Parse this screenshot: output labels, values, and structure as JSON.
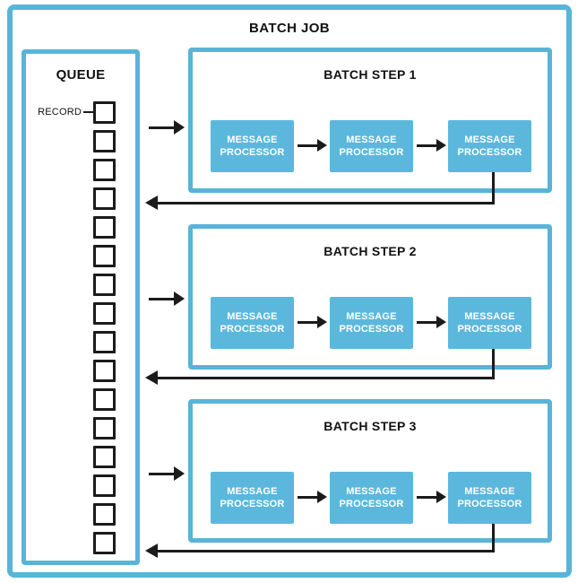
{
  "title": "BATCH JOB",
  "queue": {
    "title": "QUEUE",
    "record_label": "RECORD",
    "record_count": 16
  },
  "steps": [
    {
      "title": "BATCH STEP 1",
      "processors": [
        "MESSAGE PROCESSOR",
        "MESSAGE PROCESSOR",
        "MESSAGE PROCESSOR"
      ]
    },
    {
      "title": "BATCH STEP 2",
      "processors": [
        "MESSAGE PROCESSOR",
        "MESSAGE PROCESSOR",
        "MESSAGE PROCESSOR"
      ]
    },
    {
      "title": "BATCH STEP 3",
      "processors": [
        "MESSAGE PROCESSOR",
        "MESSAGE PROCESSOR",
        "MESSAGE PROCESSOR"
      ]
    }
  ],
  "colors": {
    "accent_blue": "#58b4d8",
    "processor_fill": "#5bb8dc",
    "line_black": "#1b1b1b"
  }
}
